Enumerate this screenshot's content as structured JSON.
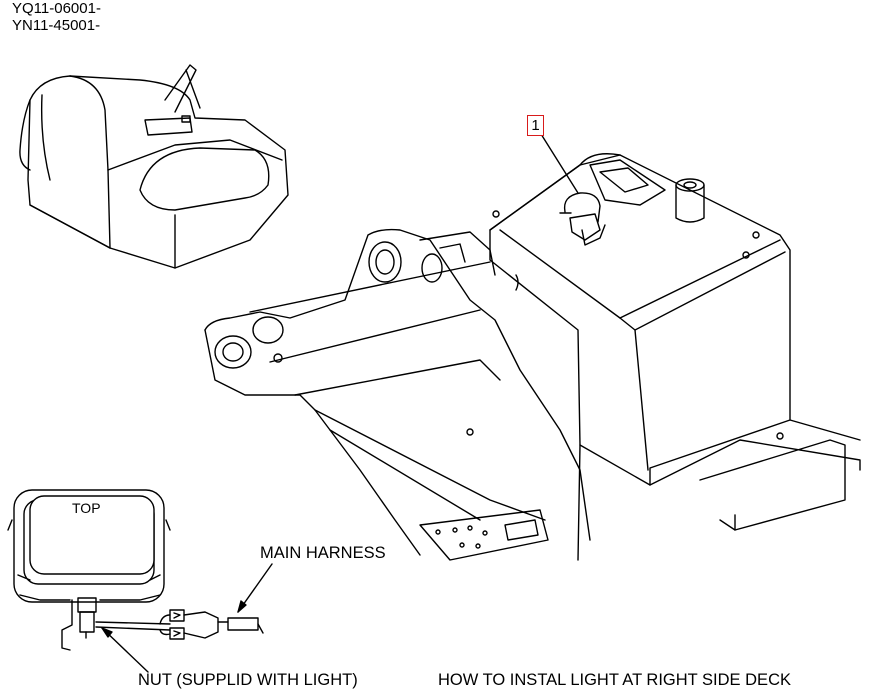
{
  "serials": [
    "YQ11-06001-",
    "YN11-45001-"
  ],
  "callout": {
    "number": "1",
    "color": "#d81b1b"
  },
  "light_top_label": "TOP",
  "labels": {
    "main_harness": "MAIN HARNESS",
    "nut": "NUT (SUPPLID WITH LIGHT)",
    "caption": "HOW TO INSTAL LIGHT AT RIGHT SIDE DECK"
  },
  "colors": {
    "line": "#000000",
    "background": "#ffffff",
    "callout_border": "#d81b1b"
  }
}
